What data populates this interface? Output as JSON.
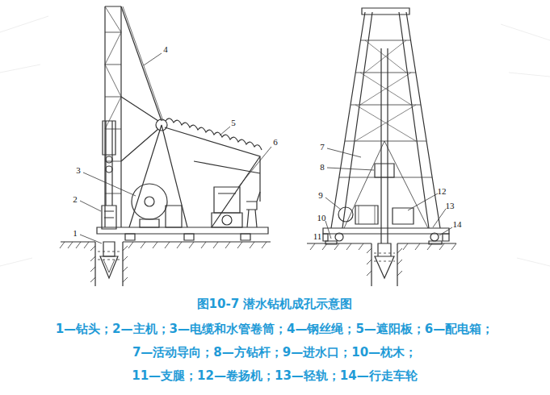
{
  "diagram": {
    "caption": "图10-7 潜水钻机成孔示意图",
    "labels": [
      "1",
      "2",
      "3",
      "4",
      "5",
      "6",
      "7",
      "8",
      "9",
      "10",
      "11",
      "12",
      "13",
      "14",
      "1—钻头；2—主机；3—电缆和水管卷筒；4—钢丝绳；5—遮阳板；6—配电箱；",
      "7—活动导向；8—方钻杆；9—进水口；10—枕木；",
      "11—支腿；12—卷扬机；13—轻轨；14—行走车轮"
    ]
  }
}
